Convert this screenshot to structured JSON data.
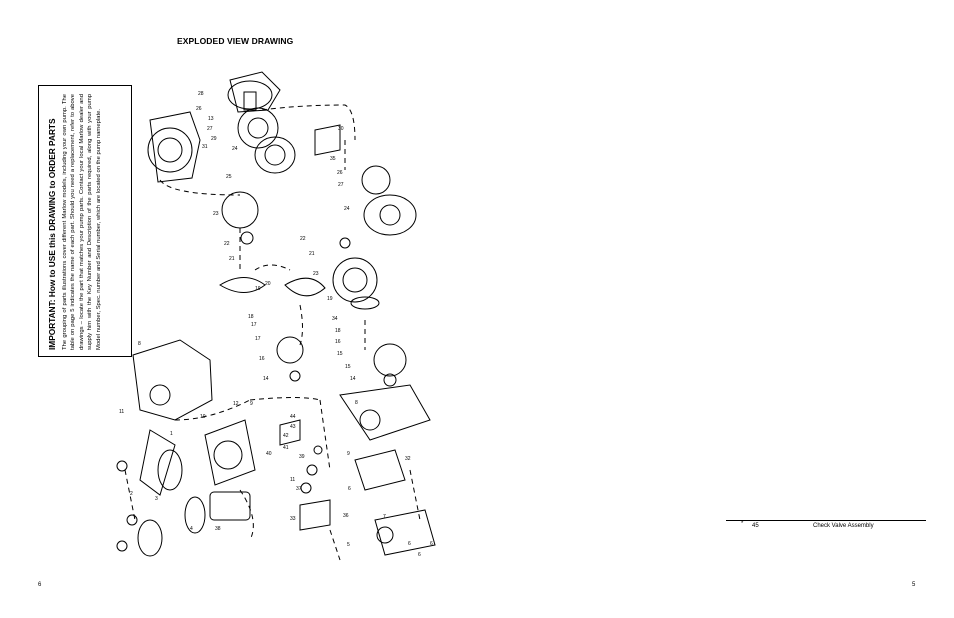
{
  "heading": "EXPLODED VIEW DRAWING",
  "important": {
    "title": "IMPORTANT: How to USE this DRAWING to ORDER PARTS",
    "body": "The grouping of parts illustrations cover different Marlow models, including your own pump. The table on page 5 indicates the name of each part. Should you need a replacement, refer to above drawings – locate the part that matches your pump parts. Contact your local Marlow dealer and supply him with the Key Number and Description of the parts required, along with your pump Model number, Spec. number and Serial number, which are located on the pump nameplate."
  },
  "parts_list": {
    "mark": "*",
    "number": "45",
    "description": "Check Valve Assembly"
  },
  "page_numbers": {
    "left": "6",
    "right": "5"
  },
  "callouts": [
    "28",
    "26",
    "13",
    "27",
    "29",
    "31",
    "30",
    "24",
    "35",
    "25",
    "26",
    "27",
    "24",
    "23",
    "22",
    "22",
    "21",
    "21",
    "23",
    "20",
    "19",
    "19",
    "18",
    "17",
    "34",
    "18",
    "16",
    "17",
    "15",
    "16",
    "15",
    "14",
    "14",
    "8",
    "12",
    "9",
    "11",
    "10",
    "44",
    "43",
    "42",
    "41",
    "40",
    "39",
    "11",
    "8",
    "9",
    "32",
    "1",
    "2",
    "3",
    "4",
    "38",
    "37",
    "33",
    "36",
    "5",
    "7",
    "6",
    "6",
    "6"
  ]
}
